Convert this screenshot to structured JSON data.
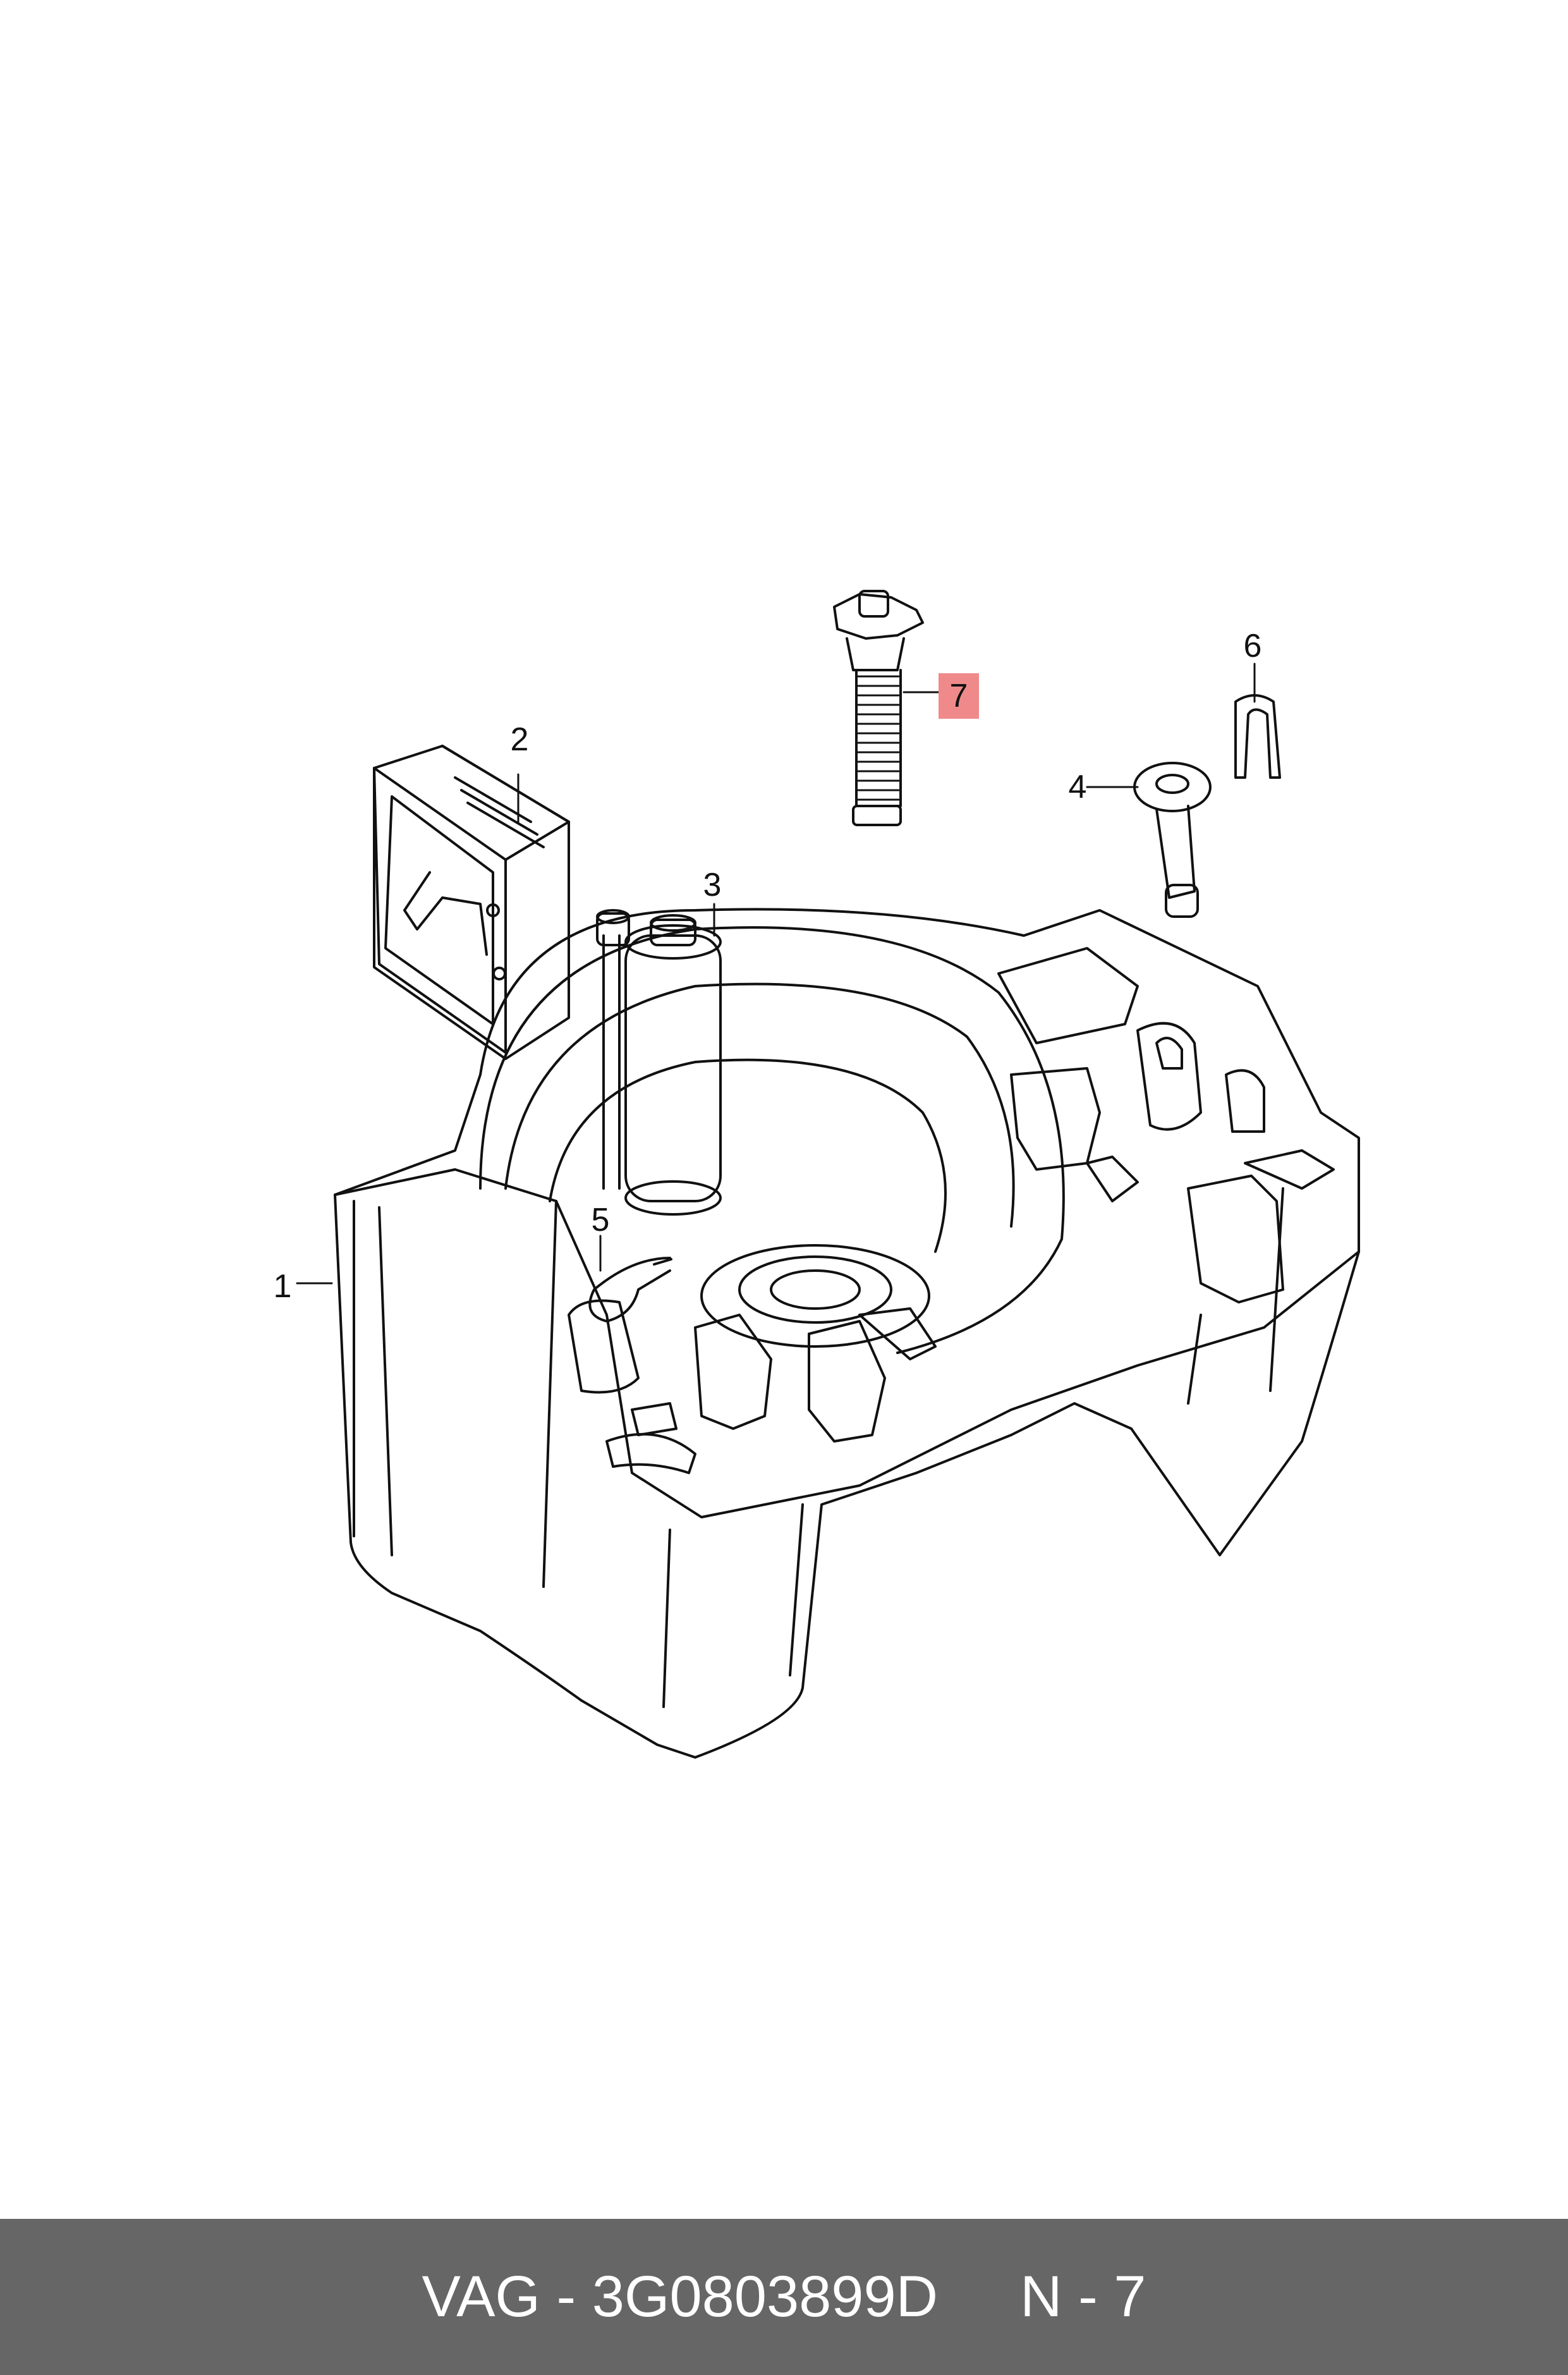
{
  "callouts": {
    "c1": "1",
    "c2": "2",
    "c3": "3",
    "c4": "4",
    "c5": "5",
    "c6": "6",
    "c7": "7"
  },
  "footer": {
    "part_code": "VAG - 3G0803899D",
    "position": "N - 7"
  },
  "colors": {
    "highlight": "#f08a8a",
    "footer_bg": "#666666",
    "line": "#111111"
  }
}
